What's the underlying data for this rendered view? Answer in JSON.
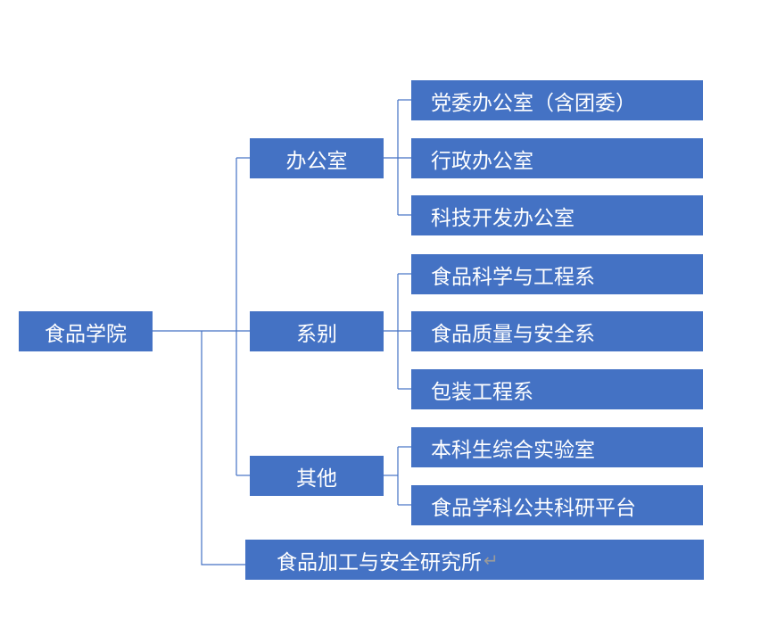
{
  "root": {
    "label": "食品学院"
  },
  "level1": [
    {
      "label": "办公室"
    },
    {
      "label": "系别"
    },
    {
      "label": "其他"
    }
  ],
  "offices": [
    {
      "label": "党委办公室（含团委）"
    },
    {
      "label": "行政办公室"
    },
    {
      "label": "科技开发办公室"
    }
  ],
  "departments": [
    {
      "label": "食品科学与工程系"
    },
    {
      "label": "食品质量与安全系"
    },
    {
      "label": "包装工程系"
    }
  ],
  "others": [
    {
      "label": "本科生综合实验室"
    },
    {
      "label": "食品学科公共科研平台"
    }
  ],
  "institute": {
    "label": "食品加工与安全研究所",
    "return_mark": "↵"
  },
  "colors": {
    "box": "#4472c4",
    "line": "#4472c4",
    "text": "#ffffff"
  }
}
